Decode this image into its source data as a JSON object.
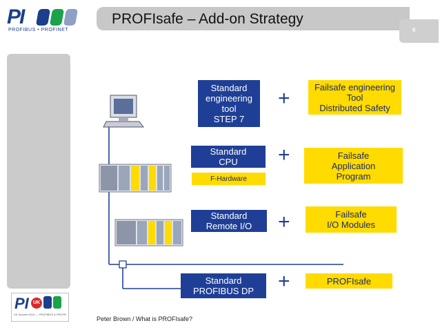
{
  "logo": {
    "letters": "PI",
    "tagline": "PROFIBUS • PROFINET"
  },
  "header": {
    "title": "PROFIsafe – Add-on Strategy",
    "page_number": "6"
  },
  "rows": [
    {
      "left": [
        "Standard",
        "engineering",
        "tool",
        "STEP 7"
      ],
      "plus": "+",
      "right": [
        "Failsafe engineering",
        "Tool",
        "Distributed Safety"
      ]
    },
    {
      "left": [
        "Standard",
        "CPU"
      ],
      "left_sub": "F-Hardware",
      "plus": "+",
      "right": [
        "Failsafe",
        "Application",
        "Program"
      ]
    },
    {
      "left": [
        "Standard",
        "Remote I/O"
      ],
      "plus": "+",
      "right": [
        "Failsafe",
        "I/O Modules"
      ]
    },
    {
      "left": [
        "Standard",
        "PROFIBUS DP"
      ],
      "plus": "+",
      "right": [
        "PROFIsafe"
      ]
    }
  ],
  "corner_logo": {
    "letters": "PI",
    "badge": "UK",
    "caption": "UK Summit 2014 — PROFIBUS & PROFINET"
  },
  "footer": {
    "text": "Peter Brown / What is PROFIsafe?"
  },
  "colors": {
    "blue": "#1f3f97",
    "yellow": "#ffdb00",
    "gray": "#c8c8c8",
    "green": "#1aa34a"
  }
}
